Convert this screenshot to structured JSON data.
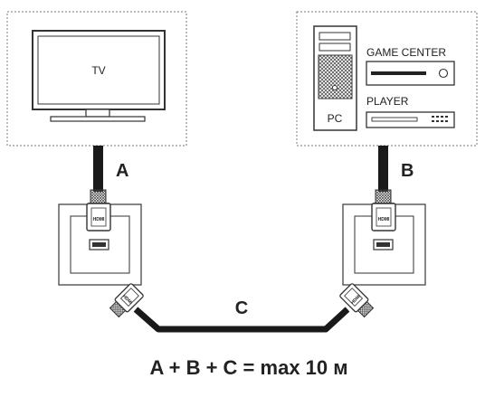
{
  "devices": {
    "tv_label": "TV",
    "pc_label": "PC",
    "game_center_label": "GAME CENTER",
    "player_label": "PLAYER"
  },
  "connectors": {
    "hdmi_text": "HDMI"
  },
  "cables": {
    "a": "A",
    "b": "B",
    "c": "C"
  },
  "formula": "A + B + C = max 10 м"
}
